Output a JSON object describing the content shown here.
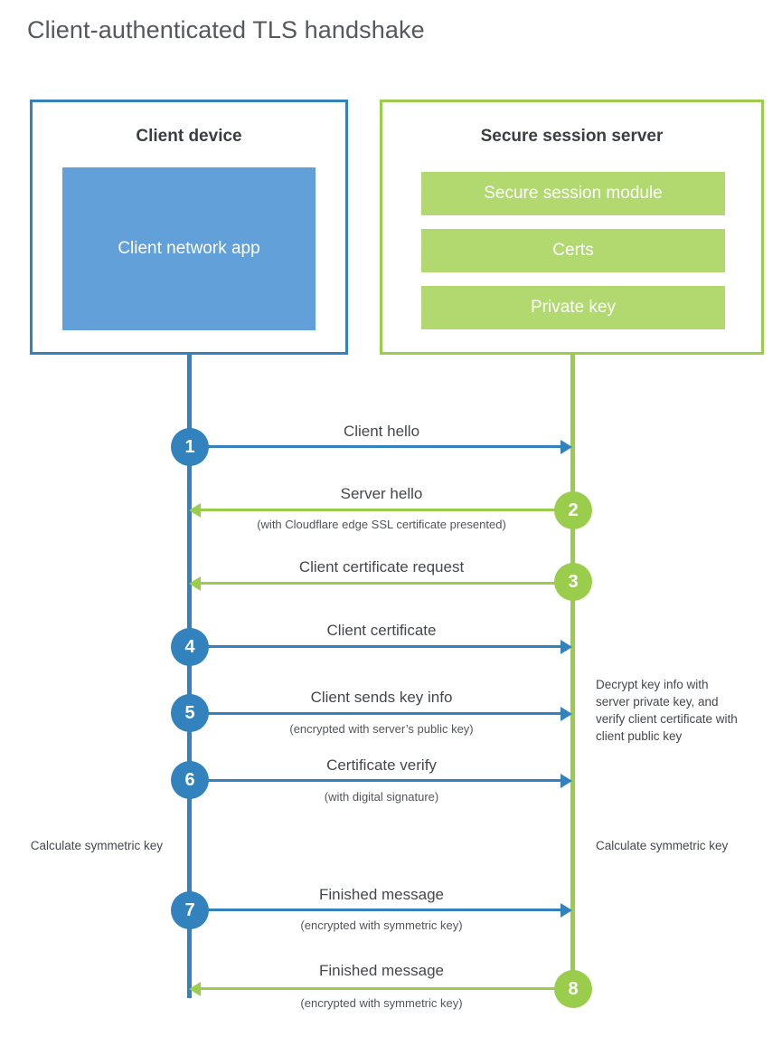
{
  "title": "Client-authenticated TLS handshake",
  "colors": {
    "blue_border": "#3182bd",
    "blue_fill": "#61a0d8",
    "green_border": "#9acd4c",
    "green_fill": "#b2d870",
    "text": "#44474c",
    "title_text": "#55585c"
  },
  "parties": {
    "client": {
      "title": "Client device",
      "component": "Client network app"
    },
    "server": {
      "title": "Secure session server",
      "components": [
        "Secure session module",
        "Certs",
        "Private key"
      ]
    }
  },
  "steps": [
    {
      "number": "1",
      "label": "Client hello",
      "sub": "",
      "direction": "right",
      "color": "blue"
    },
    {
      "number": "2",
      "label": "Server hello",
      "sub": "(with Cloudflare edge SSL certificate presented)",
      "direction": "left",
      "color": "green"
    },
    {
      "number": "3",
      "label": "Client certificate request",
      "sub": "",
      "direction": "left",
      "color": "green"
    },
    {
      "number": "4",
      "label": "Client certificate",
      "sub": "",
      "direction": "right",
      "color": "blue"
    },
    {
      "number": "5",
      "label": "Client sends key info",
      "sub": "(encrypted with server’s public key)",
      "direction": "right",
      "color": "blue"
    },
    {
      "number": "6",
      "label": "Certificate verify",
      "sub": "(with digital signature)",
      "direction": "right",
      "color": "blue"
    },
    {
      "number": "7",
      "label": "Finished message",
      "sub": "(encrypted with symmetric key)",
      "direction": "right",
      "color": "blue"
    },
    {
      "number": "8",
      "label": "Finished message",
      "sub": "(encrypted with symmetric key)",
      "direction": "left",
      "color": "green"
    }
  ],
  "annotations": {
    "server_decrypt": "Decrypt key info with server private key, and verify client certificate with client public key",
    "client_calculate": "Calculate symmetric key",
    "server_calculate": "Calculate symmetric key"
  }
}
